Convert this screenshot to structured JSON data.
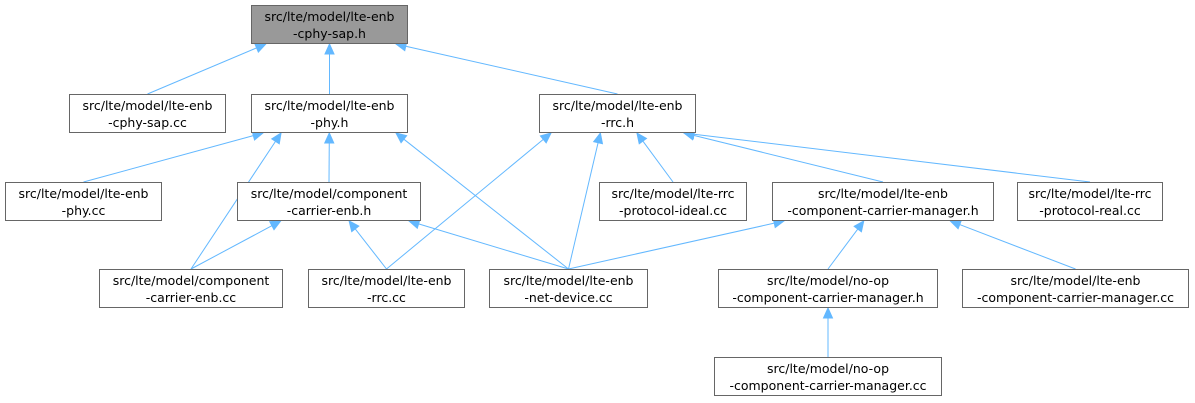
{
  "graph": {
    "nodes": {
      "root": {
        "line1": "src/lte/model/lte-enb",
        "line2": "-cphy-sap.h"
      },
      "cphy_cc": {
        "line1": "src/lte/model/lte-enb",
        "line2": "-cphy-sap.cc"
      },
      "phy_h": {
        "line1": "src/lte/model/lte-enb",
        "line2": "-phy.h"
      },
      "rrc_h": {
        "line1": "src/lte/model/lte-enb",
        "line2": "-rrc.h"
      },
      "phy_cc": {
        "line1": "src/lte/model/lte-enb",
        "line2": "-phy.cc"
      },
      "cc_enb_h": {
        "line1": "src/lte/model/component",
        "line2": "-carrier-enb.h"
      },
      "rrc_ideal": {
        "line1": "src/lte/model/lte-rrc",
        "line2": "-protocol-ideal.cc"
      },
      "ccm_h": {
        "line1": "src/lte/model/lte-enb",
        "line2": "-component-carrier-manager.h"
      },
      "rrc_real": {
        "line1": "src/lte/model/lte-rrc",
        "line2": "-protocol-real.cc"
      },
      "cc_enb_cc": {
        "line1": "src/lte/model/component",
        "line2": "-carrier-enb.cc"
      },
      "rrc_cc": {
        "line1": "src/lte/model/lte-enb",
        "line2": "-rrc.cc"
      },
      "netdev_cc": {
        "line1": "src/lte/model/lte-enb",
        "line2": "-net-device.cc"
      },
      "noop_h": {
        "line1": "src/lte/model/no-op",
        "line2": "-component-carrier-manager.h"
      },
      "ccm_cc": {
        "line1": "src/lte/model/lte-enb",
        "line2": "-component-carrier-manager.cc"
      },
      "noop_cc": {
        "line1": "src/lte/model/no-op",
        "line2": "-component-carrier-manager.cc"
      }
    },
    "edges": [
      {
        "from": "cphy_cc",
        "to": "root"
      },
      {
        "from": "phy_h",
        "to": "root"
      },
      {
        "from": "rrc_h",
        "to": "root"
      },
      {
        "from": "phy_cc",
        "to": "phy_h"
      },
      {
        "from": "cc_enb_h",
        "to": "phy_h"
      },
      {
        "from": "cc_enb_cc",
        "to": "phy_h"
      },
      {
        "from": "netdev_cc",
        "to": "phy_h"
      },
      {
        "from": "rrc_cc",
        "to": "rrc_h"
      },
      {
        "from": "netdev_cc",
        "to": "rrc_h"
      },
      {
        "from": "rrc_ideal",
        "to": "rrc_h"
      },
      {
        "from": "ccm_h",
        "to": "rrc_h"
      },
      {
        "from": "rrc_real",
        "to": "rrc_h"
      },
      {
        "from": "cc_enb_cc",
        "to": "cc_enb_h"
      },
      {
        "from": "rrc_cc",
        "to": "cc_enb_h"
      },
      {
        "from": "netdev_cc",
        "to": "cc_enb_h"
      },
      {
        "from": "netdev_cc",
        "to": "ccm_h"
      },
      {
        "from": "noop_h",
        "to": "ccm_h"
      },
      {
        "from": "ccm_cc",
        "to": "ccm_h"
      },
      {
        "from": "noop_cc",
        "to": "noop_h"
      }
    ],
    "colors": {
      "edge": "#63b8ff",
      "node_border": "#666666",
      "root_fill": "#999999",
      "node_fill": "#ffffff"
    }
  }
}
